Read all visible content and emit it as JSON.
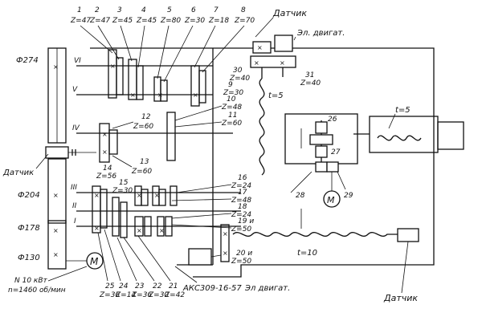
{
  "gears": {
    "g1": {
      "num": "1",
      "z": "Z=47"
    },
    "g2": {
      "num": "2",
      "z": "Z=47"
    },
    "g3": {
      "num": "3",
      "z": "Z=45"
    },
    "g4": {
      "num": "4",
      "z": "Z=45"
    },
    "g5": {
      "num": "5",
      "z": "Z=80"
    },
    "g6": {
      "num": "6",
      "z": "Z=30"
    },
    "g7": {
      "num": "7",
      "z": "Z=18"
    },
    "g8": {
      "num": "8",
      "z": "Z=70"
    },
    "g9": {
      "num": "9",
      "z": "Z=30"
    },
    "g10": {
      "num": "10",
      "z": "Z=48"
    },
    "g11": {
      "num": "11",
      "z": "Z=60"
    },
    "g12": {
      "num": "12",
      "z": "Z=60"
    },
    "g13": {
      "num": "13",
      "z": "Z=60"
    },
    "g14": {
      "num": "14",
      "z": "Z=56"
    },
    "g15": {
      "num": "15",
      "z": "Z=30"
    },
    "g16": {
      "num": "16",
      "z": "Z=24"
    },
    "g17": {
      "num": "17",
      "z": "Z=48"
    },
    "g18": {
      "num": "18",
      "z": "Z=24"
    },
    "g19": {
      "num": "19 и",
      "z": "Z=50"
    },
    "g20": {
      "num": "20 и",
      "z": "Z=50"
    },
    "g30": {
      "num": "30",
      "z": "Z=40"
    },
    "g31": {
      "num": "31",
      "z": "Z=40"
    }
  },
  "bottom_gears": [
    {
      "num": "25",
      "z": "Z=36"
    },
    {
      "num": "24",
      "z": "Z=14"
    },
    {
      "num": "23",
      "z": "Z=36"
    },
    {
      "num": "22",
      "z": "Z=30"
    },
    {
      "num": "21",
      "z": "Z=42"
    }
  ],
  "shafts": [
    "I",
    "II",
    "III",
    "IV",
    "V",
    "VI"
  ],
  "labels": {
    "sensor_top": "Датчик",
    "sensor_left": "Датчик",
    "sensor_bottom": "Датчик",
    "motor_top": "Эл. двигат.",
    "motor_bottom": "Эл двигат.",
    "pulley1": "Ф274",
    "pulley2": "Ф204",
    "pulley3": "Ф178",
    "pulley4": "Ф130",
    "power": "N 10 кВт",
    "speed": "n=1460 об/мин",
    "screw_top": "t=5",
    "screw_right": "t=5",
    "screw_bottom": "t=10",
    "aks": "АКС309-16-57",
    "motor_symbol": "M",
    "n26": "26",
    "n27": "27",
    "n28": "28",
    "n29": "29"
  }
}
